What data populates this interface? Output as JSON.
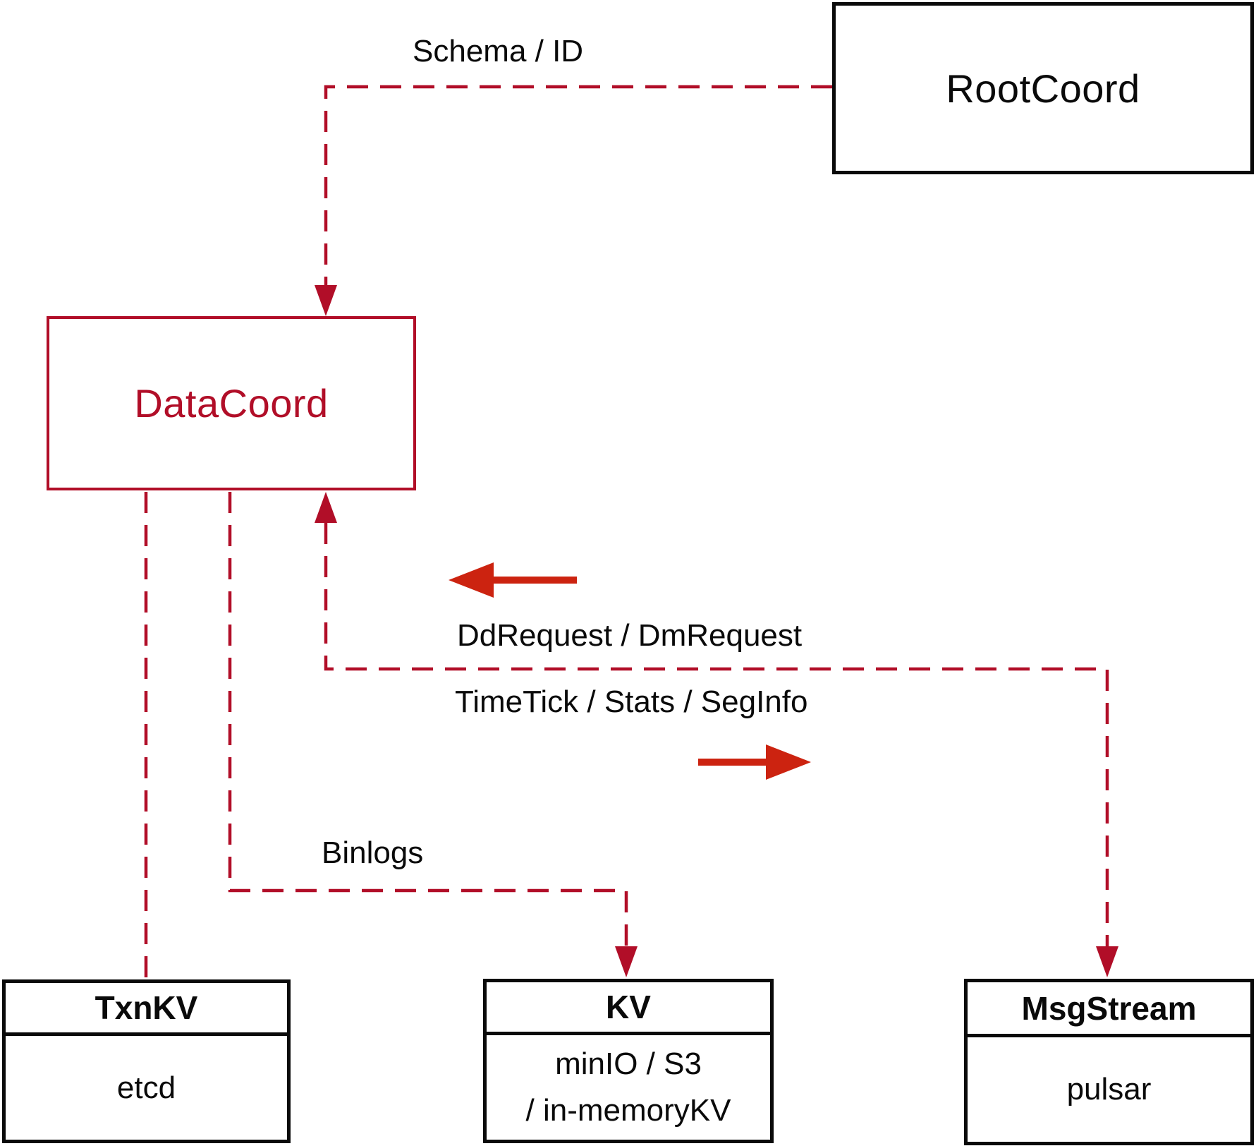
{
  "diagram": {
    "nodes": {
      "rootcoord": {
        "label": "RootCoord"
      },
      "datacoord": {
        "label": "DataCoord"
      },
      "txnkv": {
        "title": "TxnKV",
        "body": "etcd"
      },
      "kv": {
        "title": "KV",
        "body_line1": "minIO / S3",
        "body_line2": "/ in-memoryKV"
      },
      "msgstream": {
        "title": "MsgStream",
        "body": "pulsar"
      }
    },
    "edge_labels": {
      "schema_id": "Schema / ID",
      "dd_dm_request": "DdRequest / DmRequest",
      "timetick_stats_seginfo": "TimeTick / Stats / SegInfo",
      "binlogs": "Binlogs"
    },
    "colors": {
      "crimson": "#b10e28",
      "arrow_red": "#cc2310",
      "ink": "#0a0a0a",
      "background": "#ffffff"
    }
  }
}
